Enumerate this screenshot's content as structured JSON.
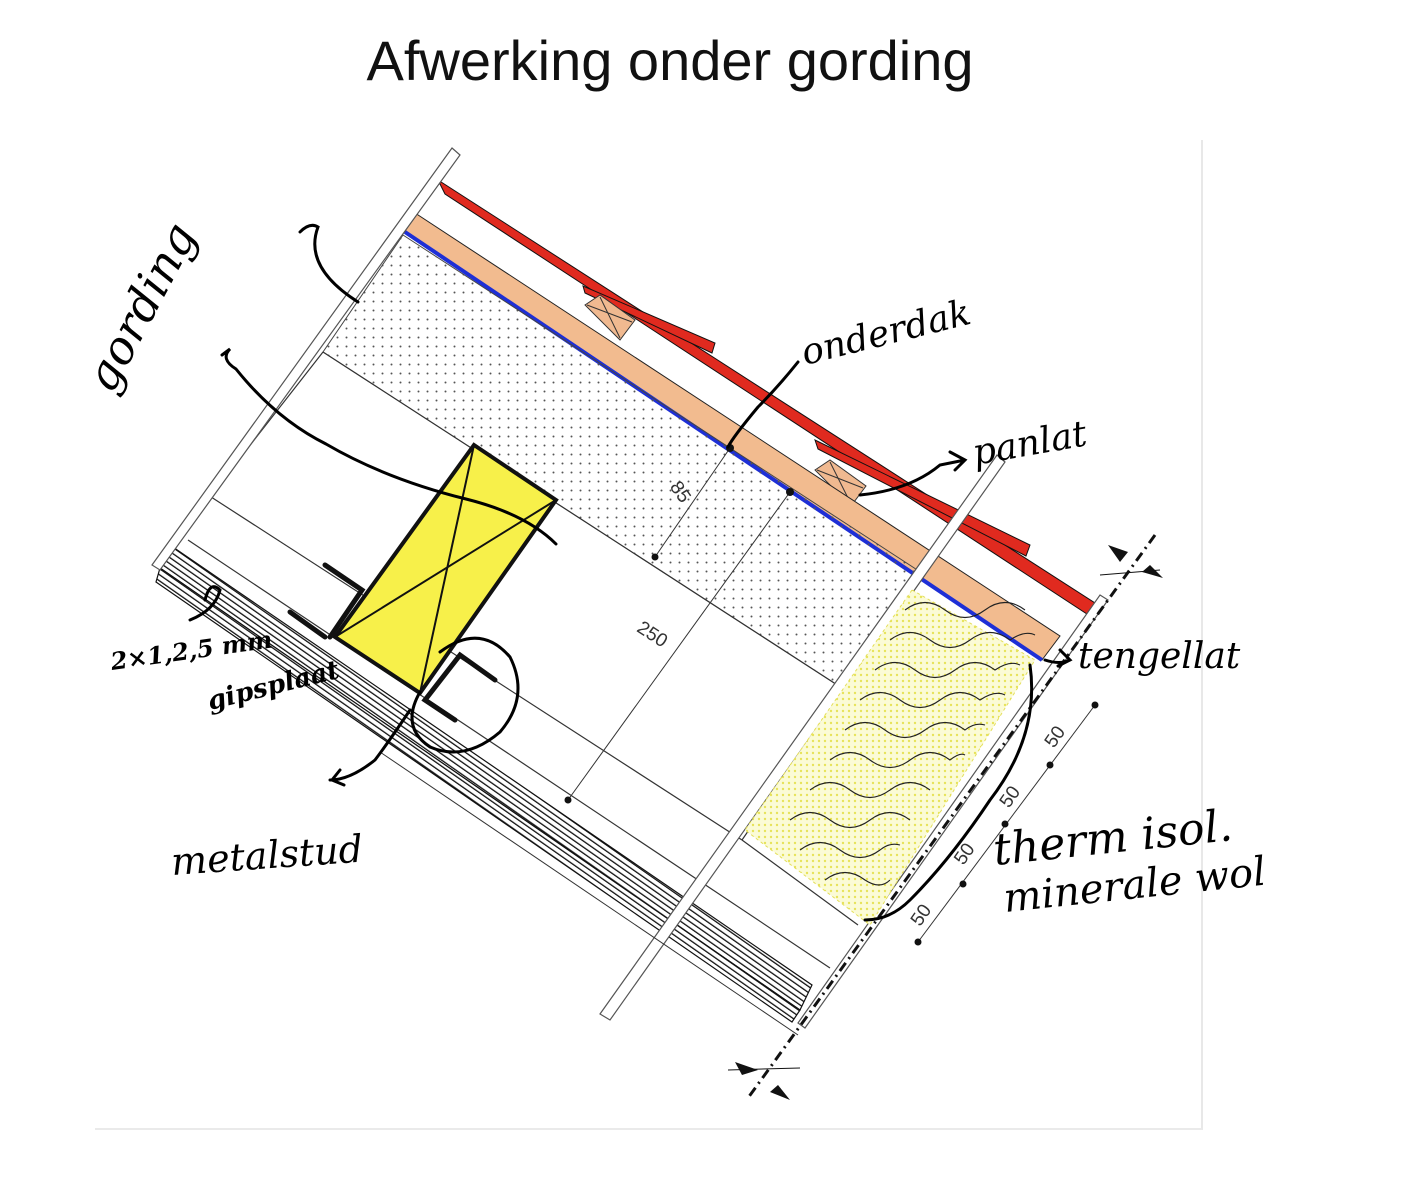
{
  "title": "Afwerking onder gording",
  "labels": {
    "gording": "gording",
    "onderdak": "onderdak",
    "panlat": "panlat",
    "tengellat": "tengellat",
    "gipsplaat_1": "2×1,2,5 mm",
    "gipsplaat_2": "gipsplaat",
    "metalstud": "metalstud",
    "isolatie_1": "therm isol.",
    "isolatie_2": "minerale wol"
  },
  "dimensions": {
    "d85": "85",
    "d250": "250",
    "d50_a": "50",
    "d50_b": "50",
    "d50_c": "50",
    "d50_d": "50"
  },
  "colors": {
    "tiles": "#e02a1f",
    "counter_batten": "#f2bb8f",
    "membrane": "#1e2fd6",
    "purlin": "#f7f04a",
    "insulation": "#fbfbd0"
  }
}
